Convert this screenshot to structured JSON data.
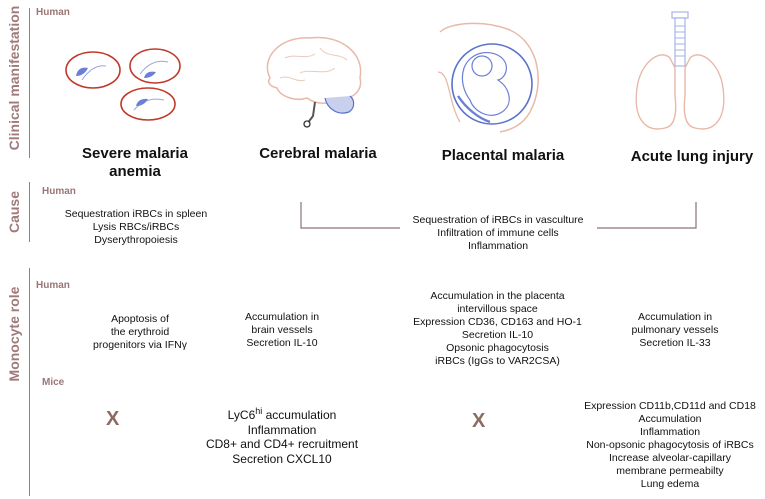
{
  "side_labels": {
    "clinical": "Clinical manifestation",
    "cause": "Cause",
    "monocyte": "Monocyte role"
  },
  "group_labels": {
    "human_clinical": "Human",
    "human_cause": "Human",
    "human_monocyte": "Human",
    "mice": "Mice"
  },
  "titles": {
    "anemia_line1": "Severe malaria",
    "anemia_line2": "anemia",
    "cerebral": "Cerebral malaria",
    "placental": "Placental malaria",
    "lung": "Acute lung injury"
  },
  "cause": {
    "anemia": [
      "Sequestration iRBCs in spleen",
      "Lysis RBCs/iRBCs",
      "Dyserythropoiesis"
    ],
    "shared": [
      "Sequestration of iRBCs in vasculture",
      "Infiltration of immune cells",
      "Inflammation"
    ]
  },
  "human": {
    "anemia": [
      "Apoptosis of",
      "the erythroid",
      "progenitors via IFNγ"
    ],
    "cerebral": [
      "Accumulation in",
      "brain vessels",
      "Secretion IL-10"
    ],
    "placental": [
      "Accumulation  in the placenta",
      "intervillous space",
      "Expression CD36, CD163 and HO-1",
      "Secretion IL-10",
      "Opsonic phagocytosis",
      "iRBCs  (IgGs to VAR2CSA)"
    ],
    "lung": [
      "Accumulation in",
      "pulmonary vessels",
      "Secretion IL-33"
    ]
  },
  "mice": {
    "anemia_mark": "X",
    "cerebral_ly": "LyC6",
    "cerebral_ly_sup": "hi",
    "cerebral_ly_rest": " accumulation",
    "cerebral": [
      "Inflammation",
      "CD8+ and CD4+ recruitment",
      "Secretion CXCL10"
    ],
    "placental_mark": "X",
    "lung": [
      "Expression CD11b,CD11d and CD18",
      "Accumulation",
      "Inflammation",
      "Non-opsonic phagocytosis of iRBCs",
      "Increase alveolar-capillary",
      "membrane permeabilty",
      "Lung edema"
    ]
  },
  "colors": {
    "side": "#a07a7a",
    "rbc_outline": "#c0392b",
    "parasite": "#6b7fd7",
    "organ_outline": "#e8b9a8",
    "fetus_blue": "#5a72c9",
    "bracket": "#8a7080"
  }
}
